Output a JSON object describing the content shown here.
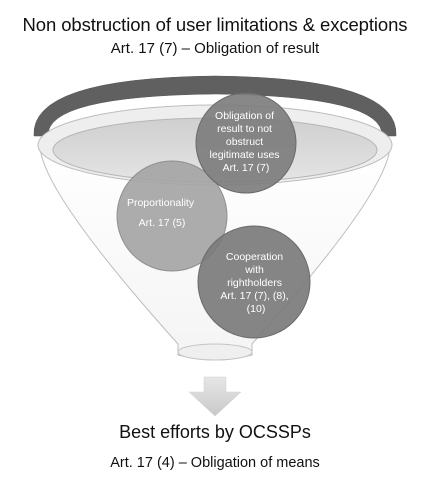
{
  "header": {
    "title": "Non obstruction of user limitations & exceptions",
    "subtitle": "Art. 17 (7) – Obligation of result"
  },
  "circles": [
    {
      "id": "obligation",
      "lines": [
        "Obligation of",
        "result to not",
        "obstruct",
        "legitimate uses",
        "Art. 17 (7)"
      ]
    },
    {
      "id": "proportionality",
      "lines": [
        "Proportionality",
        "",
        "Art. 17 (5)"
      ]
    },
    {
      "id": "cooperation",
      "lines": [
        "Cooperation",
        "with",
        "rightholders",
        "Art. 17 (7), (8),",
        "(10)"
      ]
    }
  ],
  "footer": {
    "title": "Best efforts by OCSSPs",
    "subtitle": "Art. 17 (4) – Obligation of means"
  },
  "colors": {
    "arc": "#5f5f5f",
    "funnel_top": "#d6d6d6",
    "circle_dark": "#7a7a7a",
    "circle_light": "#a6a6a6",
    "arrow": "#d9d9d9"
  }
}
